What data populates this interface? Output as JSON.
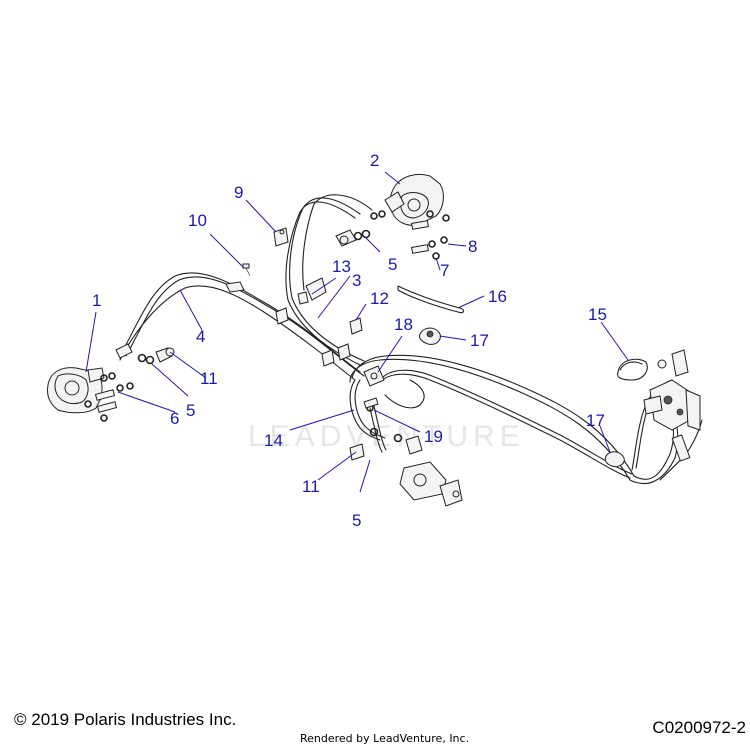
{
  "watermark": "LEADVENTURE",
  "callouts": {
    "c1": "1",
    "c2": "2",
    "c3": "3",
    "c4": "4",
    "c5a": "5",
    "c5b": "5",
    "c5c": "5",
    "c6": "6",
    "c7": "7",
    "c8": "8",
    "c9": "9",
    "c10": "10",
    "c11a": "11",
    "c11b": "11",
    "c12": "12",
    "c13": "13",
    "c14": "14",
    "c15": "15",
    "c16": "16",
    "c17a": "17",
    "c17b": "17",
    "c18": "18",
    "c19": "19"
  },
  "footer": {
    "copyright": "© 2019 Polaris Industries Inc.",
    "diagram_code": "C0200972-2",
    "rendered_by": "Rendered by LeadVenture, Inc."
  },
  "colors": {
    "callout": "#1a1aa8",
    "line": "#222222"
  }
}
